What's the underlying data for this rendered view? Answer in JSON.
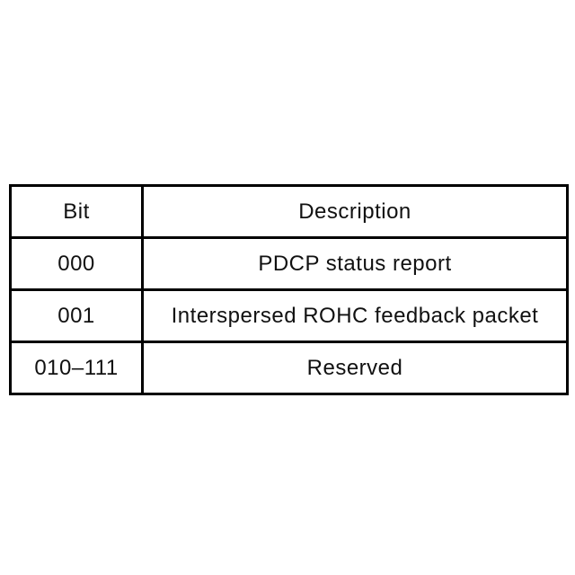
{
  "table": {
    "headers": {
      "bit": "Bit",
      "description": "Description"
    },
    "rows": [
      {
        "bit": "000",
        "description": "PDCP status report"
      },
      {
        "bit": "001",
        "description": "Interspersed ROHC feedback packet"
      },
      {
        "bit": "010–111",
        "description": "Reserved"
      }
    ]
  },
  "colors": {
    "background": "#ffffff",
    "border": "#000000",
    "text": "#111111"
  }
}
